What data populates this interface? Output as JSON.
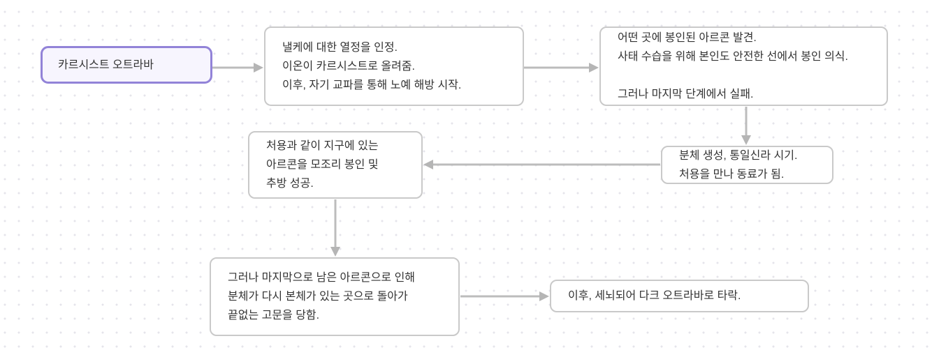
{
  "canvas": {
    "kind": "flowchart",
    "colors": {
      "background": "#ffffff",
      "dot_grid": "#e5e4eb",
      "connector": "#bcbcbc",
      "node_border": "#c9c9c9",
      "node_fill": "#ffffff",
      "accent_border": "#9283d8",
      "accent_fill": "#f7f5fe",
      "text": "#333333"
    }
  },
  "nodes": [
    {
      "id": "start",
      "label": "카르시스트 오트라바"
    },
    {
      "id": "step1",
      "label": "낼케에 대한 열정을 인정.\n이온이 카르시스트로 올려줌.\n이후, 자기 교파를 통해 노예 해방 시작."
    },
    {
      "id": "step2",
      "label": "어떤 곳에 봉인된 아르콘 발견.\n사태 수습을 위해 본인도 안전한 선에서 봉인 의식.\n\n그러나 마지막 단계에서 실패."
    },
    {
      "id": "step3",
      "label": "분체 생성, 통일신라 시기.\n처용을 만나 동료가 됨."
    },
    {
      "id": "step4",
      "label": "처용과 같이 지구에 있는\n아르콘을 모조리 봉인 및\n추방 성공."
    },
    {
      "id": "step5",
      "label": "그러나 마지막으로 남은 아르콘으로 인해\n분체가 다시 본체가 있는 곳으로 돌아가\n끝없는 고문을 당함."
    },
    {
      "id": "step6",
      "label": "이후, 세뇌되어 다크 오트라바로 타락."
    }
  ],
  "edges": [
    {
      "from": "start",
      "to": "step1",
      "direction": "right"
    },
    {
      "from": "step1",
      "to": "step2",
      "direction": "right"
    },
    {
      "from": "step2",
      "to": "step3",
      "direction": "down"
    },
    {
      "from": "step3",
      "to": "step4",
      "direction": "left"
    },
    {
      "from": "step4",
      "to": "step5",
      "direction": "down"
    },
    {
      "from": "step5",
      "to": "step6",
      "direction": "right"
    }
  ]
}
